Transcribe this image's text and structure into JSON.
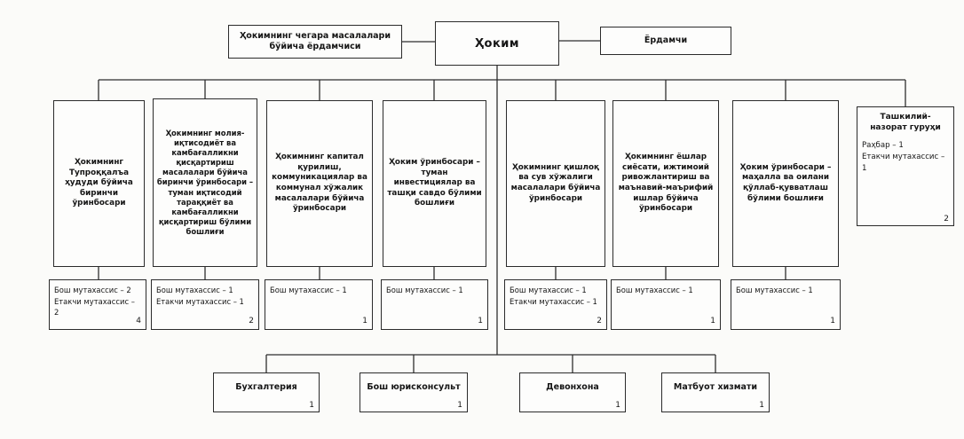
{
  "top": {
    "border_assistant": "Ҳокимнинг чегара масалалари бўйича ёрдамчиси",
    "hokim": "Ҳоким",
    "assistant": "Ёрдамчи"
  },
  "deputies": [
    {
      "title": "Ҳокимнинг Тупроққалъа ҳудуди бўйича биринчи ўринбосари"
    },
    {
      "title": "Ҳокимнинг молия-иқтисодиёт ва камбағалликни қисқартириш масалалари бўйича биринчи ўринбосари – туман иқтисодий тараққиёт ва камбағалликни қисқартириш бўлими бошлиғи"
    },
    {
      "title": "Ҳокимнинг капитал қурилиш, коммуникациялар ва коммунал хўжалик масалалари бўйича ўринбосари"
    },
    {
      "title": "Ҳоким ўринбосари – туман инвестициялар ва ташқи савдо бўлими бошлиғи"
    },
    {
      "title": "Ҳокимнинг қишлоқ ва сув хўжалиги масалалари бўйича ўринбосари"
    },
    {
      "title": "Ҳокимнинг ёшлар сиёсати, ижтимоий ривожлантириш ва маънавий-маърифий ишлар бўйича ўринбосари"
    },
    {
      "title": "Ҳоким ўринбосари – маҳалла ва оилани қўллаб-қувватлаш бўлими бошлиғи"
    }
  ],
  "staff": [
    {
      "lines": [
        "Бош мутахассис – 2",
        "Етакчи мутахассис – 2"
      ],
      "count": "4"
    },
    {
      "lines": [
        "Бош мутахассис – 1",
        "Етакчи мутахассис – 1"
      ],
      "count": "2"
    },
    {
      "lines": [
        "Бош мутахассис – 1"
      ],
      "count": "1"
    },
    {
      "lines": [
        "Бош мутахассис – 1"
      ],
      "count": "1"
    },
    {
      "lines": [
        "Бош мутахассис – 1",
        "Етакчи мутахассис – 1"
      ],
      "count": "2"
    },
    {
      "lines": [
        "Бош мутахассис – 1"
      ],
      "count": "1"
    },
    {
      "lines": [
        "Бош мутахассис – 1"
      ],
      "count": "1"
    }
  ],
  "org_group": {
    "title": "Ташкилий-назорат гуруҳи",
    "lines": [
      "Раҳбар – 1",
      "Етакчи мутахассис – 1"
    ],
    "count": "2"
  },
  "bottom": [
    {
      "label": "Бухгалтерия",
      "count": "1"
    },
    {
      "label": "Бош юрисконсульт",
      "count": "1"
    },
    {
      "label": "Девонхона",
      "count": "1"
    },
    {
      "label": "Матбуот хизмати",
      "count": "1"
    }
  ]
}
